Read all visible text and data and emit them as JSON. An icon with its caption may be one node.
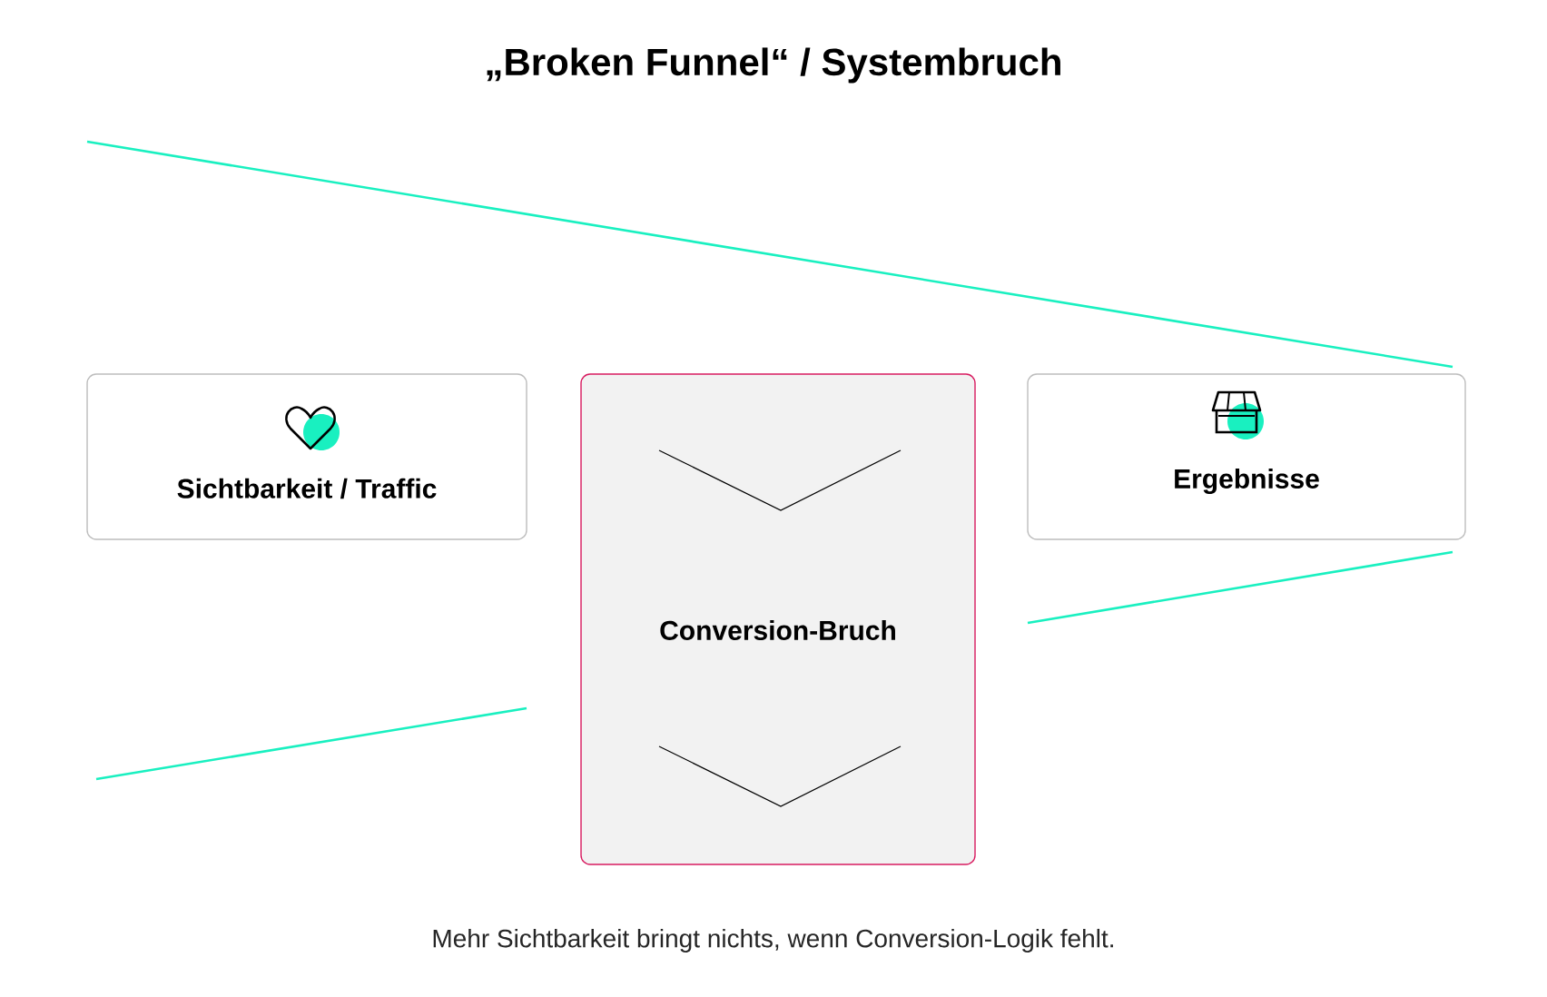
{
  "diagram": {
    "title": "„Broken Funnel“ / Systembruch",
    "nodes": [
      {
        "text": [
          "Sichtbarkeit / Traffic"
        ]
      },
      {
        "text": [
          "Conversion-Bruch"
        ]
      },
      {
        "text": [
          "Ergebnisse"
        ]
      }
    ],
    "caption": "Mehr Sichtbarkeit bringt nichts, wenn Conversion-Logik fehlt."
  }
}
